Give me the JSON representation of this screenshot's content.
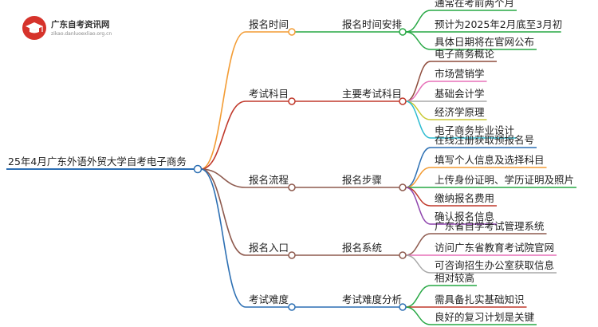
{
  "logo": {
    "title": "广东自考资讯网",
    "subtitle": "zikao.danluoexliao.org.cn",
    "icon": "graduation-cap-icon"
  },
  "mindmap": {
    "root": "25年4月广东外语外贸大学自考电子商务",
    "branches": [
      {
        "label": "报名时间",
        "color": "#f39c34",
        "child": {
          "label": "报名时间安排",
          "leaves": [
            {
              "label": "通常在考前两个月",
              "color": "#27a844"
            },
            {
              "label": "预计为2025年2月底至3月初",
              "color": "#27a844"
            },
            {
              "label": "具体日期将在官网公布",
              "color": "#27a844"
            }
          ]
        }
      },
      {
        "label": "考试科目",
        "color": "#c0392b",
        "child": {
          "label": "主要考试科目",
          "leaves": [
            {
              "label": "电子商务概论",
              "color": "#8e4b3b"
            },
            {
              "label": "市场营销学",
              "color": "#e770b8"
            },
            {
              "label": "基础会计学",
              "color": "#a8a8a8"
            },
            {
              "label": "经济学原理",
              "color": "#c9c935"
            },
            {
              "label": "电子商务毕业设计",
              "color": "#2bbbd0"
            }
          ]
        }
      },
      {
        "label": "报名流程",
        "color": "#8e5a4e",
        "child": {
          "label": "报名步骤",
          "leaves": [
            {
              "label": "在线注册获取预报名号",
              "color": "#2c6fb3"
            },
            {
              "label": "填写个人信息及选择科目",
              "color": "#f39c34"
            },
            {
              "label": "上传身份证明、学历证明及照片",
              "color": "#27a844"
            },
            {
              "label": "缴纳报名费用",
              "color": "#c0392b"
            },
            {
              "label": "确认报名信息",
              "color": "#8e44ad"
            }
          ]
        }
      },
      {
        "label": "报名入口",
        "color": "#8e5a4e",
        "child": {
          "label": "报名系统",
          "leaves": [
            {
              "label": "广东省自学考试管理系统",
              "color": "#8e5a4e"
            },
            {
              "label": "访问广东省教育考试院官网",
              "color": "#e770b8"
            },
            {
              "label": "可咨询招生办公室获取信息",
              "color": "#a8a8a8"
            }
          ]
        }
      },
      {
        "label": "考试难度",
        "color": "#2c6fb3",
        "child": {
          "label": "考试难度分析",
          "leaves": [
            {
              "label": "相对较高",
              "color": "#27a844"
            },
            {
              "label": "需具备扎实基础知识",
              "color": "#c0392b"
            },
            {
              "label": "良好的复习计划是关键",
              "color": "#27a844"
            }
          ]
        }
      }
    ]
  }
}
